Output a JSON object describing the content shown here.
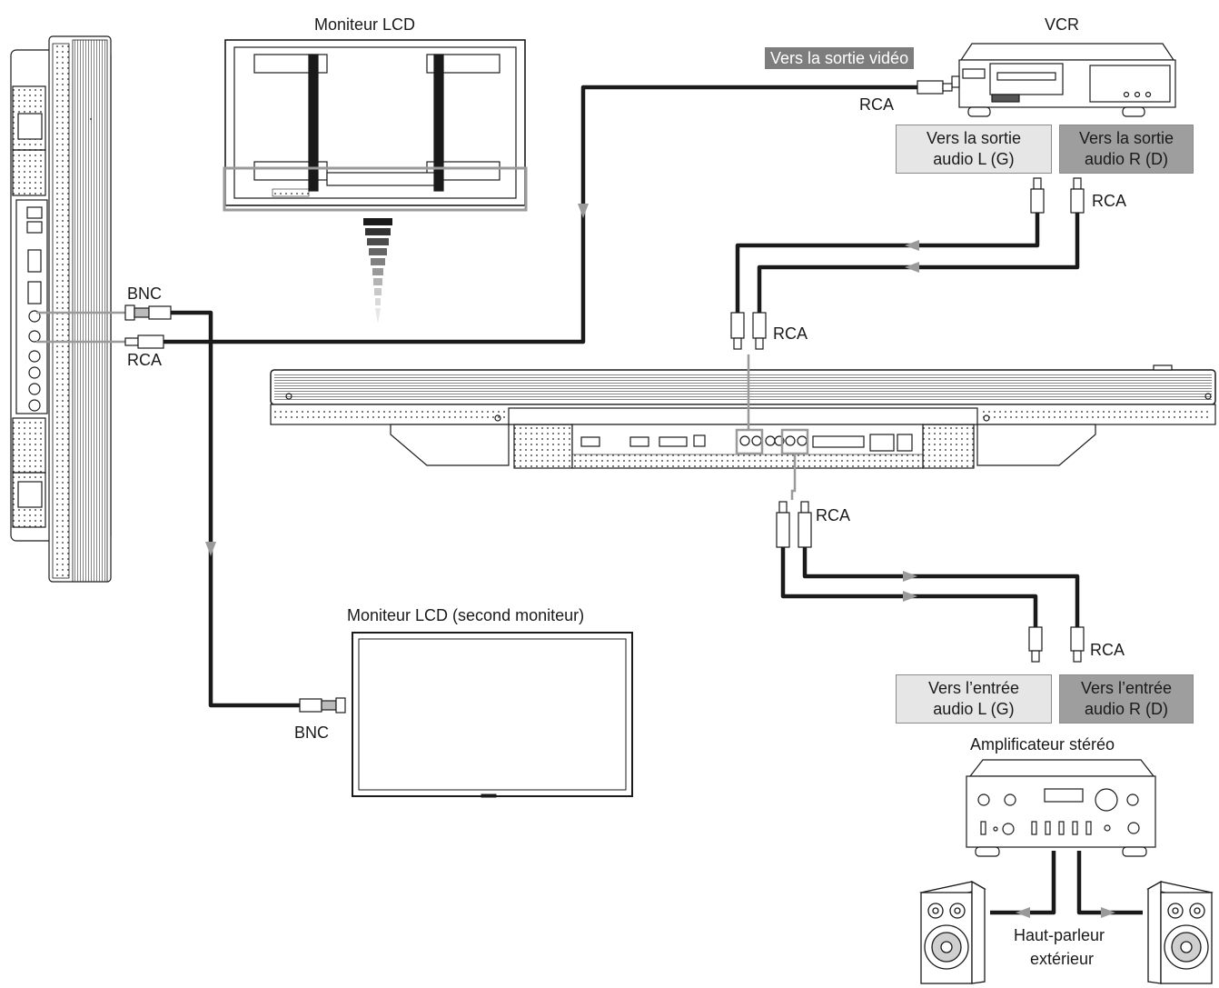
{
  "labels": {
    "lcd_monitor": "Moniteur LCD",
    "vcr": "VCR",
    "second_monitor": "Moniteur LCD (second moniteur)",
    "amplifier": "Amplificateur stéréo",
    "speaker_line1": "Haut-parleur",
    "speaker_line2": "extérieur",
    "video_out": "Vers la sortie vidéo"
  },
  "connectors": {
    "bnc": "BNC",
    "rca": "RCA"
  },
  "boxes": {
    "vcr_audio_l": [
      "Vers la sortie",
      "audio L (G)"
    ],
    "vcr_audio_r": [
      "Vers la sortie",
      "audio R (D)"
    ],
    "amp_audio_l": [
      "Vers l’entrée",
      "audio L (G)"
    ],
    "amp_audio_r": [
      "Vers l’entrée",
      "audio R (D)"
    ]
  },
  "colors": {
    "line": "#1a1a1a",
    "gray_wire": "#9a9a9a",
    "arrow": "#9a9a9a",
    "box_left": "#e6e6e6",
    "box_right": "#9e9e9e"
  }
}
